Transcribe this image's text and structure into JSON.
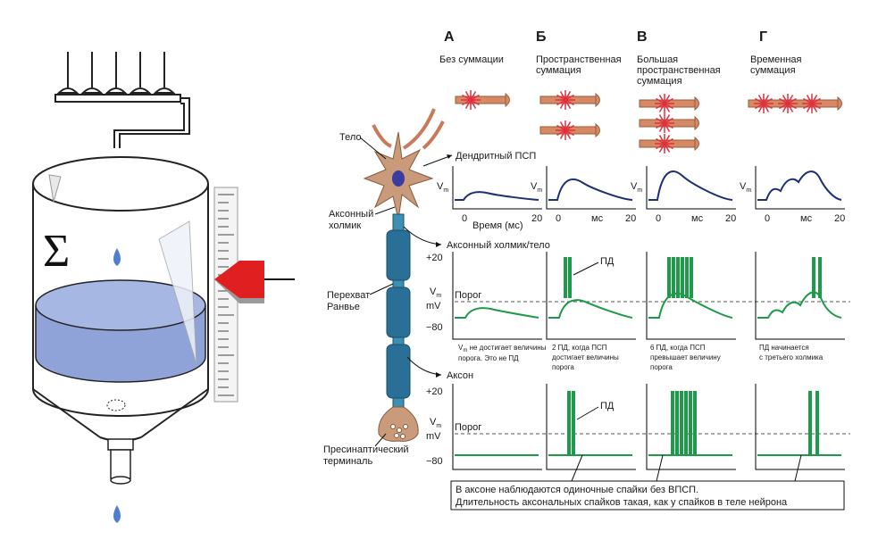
{
  "columns": [
    {
      "letter": "А",
      "title": [
        "Без суммации"
      ]
    },
    {
      "letter": "Б",
      "title": [
        "Пространственная",
        "суммация"
      ]
    },
    {
      "letter": "В",
      "title": [
        "Большая",
        "пространственная",
        "суммация"
      ]
    },
    {
      "letter": "Г",
      "title": [
        "Временная",
        "суммация"
      ]
    }
  ],
  "neuron_labels": {
    "soma": "Тело",
    "hillock": [
      "Аксонный",
      "холмик"
    ],
    "node": [
      "Перехват",
      "Ранвье"
    ],
    "terminal": [
      "Пресинаптический",
      "терминаль"
    ]
  },
  "row_labels": {
    "dendritic_psp": "Дендритный ПСП",
    "hillock_soma": "Аксонный холмик/тело",
    "axon": "Аксон"
  },
  "psp_axis": {
    "vm": "V",
    "vm_sub": "m",
    "tick0": "0",
    "tick20": "20",
    "time_first": "Время (мс)",
    "time_other": "мс"
  },
  "soma_axis": {
    "plus20": "+20",
    "minus80": "−80",
    "vm": "V",
    "vm_sub": "m",
    "mv": "mV",
    "threshold": "Порог",
    "ap": "ПД"
  },
  "axon_axis": {
    "plus20": "+20",
    "minus80": "−80",
    "vm": "V",
    "vm_sub": "m",
    "mv": "mV",
    "threshold": "Порог",
    "ap": "ПД"
  },
  "captions": [
    [
      "V",
      "m",
      " не достигает величины",
      "порога. Это не ПД"
    ],
    [
      "2 ПД, когда ПСП",
      "достигает величины",
      "порога"
    ],
    [
      "6 ПД, когда ПСП",
      "превышает величину",
      "порога"
    ],
    [
      "ПД начинается",
      "с третьего холмика"
    ]
  ],
  "bottom_note": [
    "В аксоне наблюдаются одиночные спайки без ВПСП.",
    "Длительность аксональных спайков такая, как у спайков в теле нейрона"
  ],
  "bucket_symbol": "Σ",
  "colors": {
    "psp": "#1f2f74",
    "spike": "#1e9a4a",
    "dendrite": "#c87a5a",
    "axon": "#3d8fb3",
    "water": "#8fa3d8",
    "arrow": "#e02020"
  }
}
